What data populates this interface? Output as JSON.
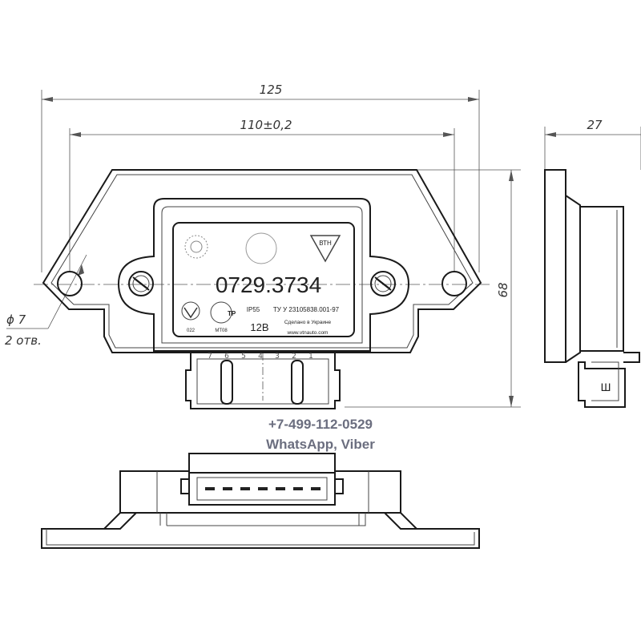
{
  "dimensions": {
    "overall_width": "125",
    "hole_spacing": "110±0,2",
    "depth": "27",
    "height": "68",
    "hole_diameter": "ϕ 7",
    "hole_count": "2 отв."
  },
  "label": {
    "part_number": "0729.3734",
    "ip_rating": "IP55",
    "spec": "ТУ У 23105838.001-97",
    "voltage": "12В",
    "made_in": "Сделано в Украине",
    "website": "www.vtnauto.com",
    "logo_text": "ВТН",
    "cert_1": "022",
    "cert_2": "МТ08",
    "cert_mark": "ТР"
  },
  "pins": [
    "7",
    "6",
    "5",
    "4",
    "3",
    "2",
    "1"
  ],
  "side_connector_mark": "Ш",
  "contact": {
    "phone": "+7-499-112-0529",
    "messengers": "WhatsApp, Viber"
  },
  "colors": {
    "line": "#1a1a1a",
    "contact_text": "#6b6e7f"
  }
}
